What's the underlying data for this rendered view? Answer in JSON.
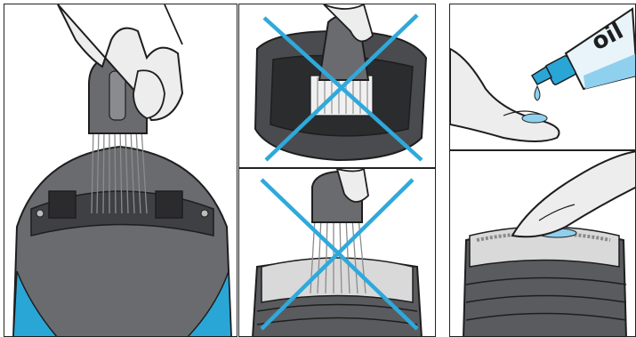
{
  "figure": {
    "panels": [
      {
        "name": "brush-cleaning-shaver-head"
      },
      {
        "name": "do-not-brush-shaving-foil-cassette"
      },
      {
        "name": "do-not-brush-foils"
      },
      {
        "name": "apply-oil-drop-to-finger"
      },
      {
        "name": "spread-oil-on-foil"
      }
    ],
    "oil_label": "oil",
    "colors": {
      "outline": "#1e1e1e",
      "skin": "#ededed",
      "shaver_body": "#6a6b6e",
      "shaver_dark": "#3f4043",
      "accent": "#2aa6d6",
      "cross": "#2fa9dc",
      "oil": "#8fd0ee",
      "metal": "#d9d9d9"
    },
    "icons": [
      "prohibition-cross-icon",
      "prohibition-cross-icon"
    ]
  }
}
